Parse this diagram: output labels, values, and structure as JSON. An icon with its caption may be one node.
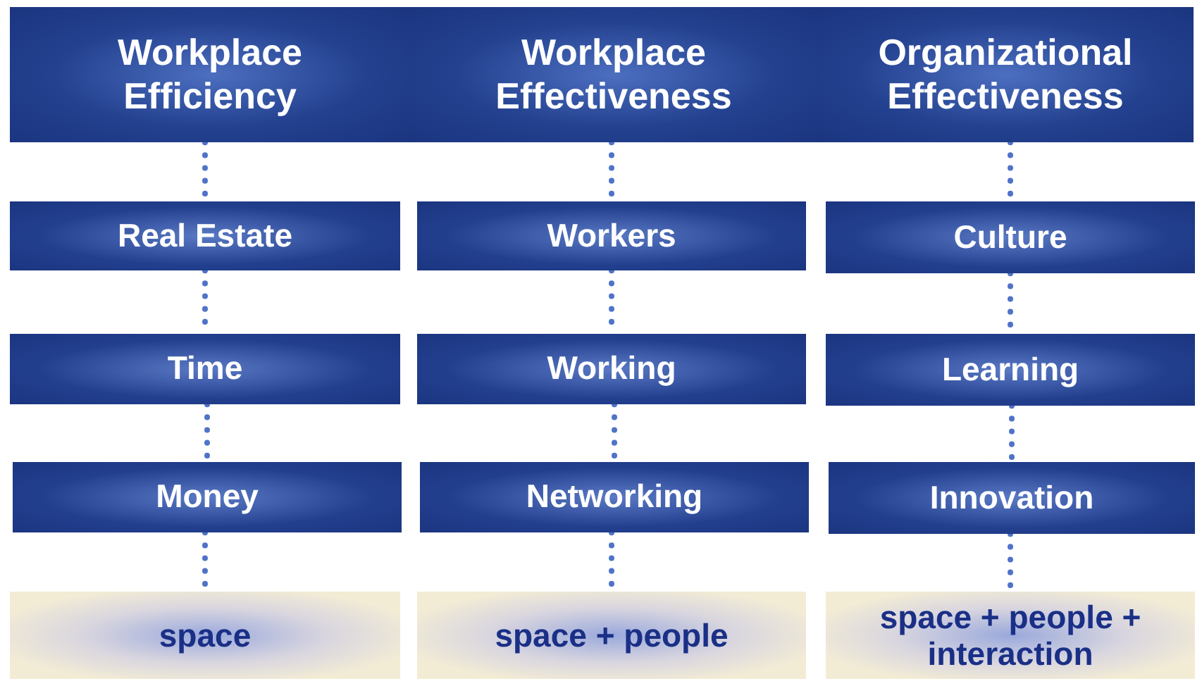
{
  "diagram": {
    "nodes": [
      {
        "text": [
          "Workplace Efficiency"
        ]
      },
      {
        "text": [
          "Workplace Effectiveness"
        ]
      },
      {
        "text": [
          "Organizational Effectiveness"
        ]
      },
      {
        "text": [
          "Real Estate"
        ]
      },
      {
        "text": [
          "Workers"
        ]
      },
      {
        "text": [
          "Culture"
        ]
      },
      {
        "text": [
          "Time"
        ]
      },
      {
        "text": [
          "Working"
        ]
      },
      {
        "text": [
          "Learning"
        ]
      },
      {
        "text": [
          "Money"
        ]
      },
      {
        "text": [
          "Networking"
        ]
      },
      {
        "text": [
          "Innovation"
        ]
      },
      {
        "text": [
          "space"
        ]
      },
      {
        "text": [
          "space + people"
        ]
      },
      {
        "text": [
          "space + people + interaction"
        ]
      }
    ],
    "edges": [
      {
        "from": 0,
        "to": 3,
        "arrow": "none",
        "style": "dashed"
      },
      {
        "from": 3,
        "to": 6,
        "arrow": "none",
        "style": "dashed"
      },
      {
        "from": 6,
        "to": 9,
        "arrow": "none",
        "style": "dashed"
      },
      {
        "from": 9,
        "to": 12,
        "arrow": "none",
        "style": "dashed"
      },
      {
        "from": 1,
        "to": 4,
        "arrow": "none",
        "style": "dashed"
      },
      {
        "from": 4,
        "to": 7,
        "arrow": "none",
        "style": "dashed"
      },
      {
        "from": 7,
        "to": 10,
        "arrow": "none",
        "style": "dashed"
      },
      {
        "from": 10,
        "to": 13,
        "arrow": "none",
        "style": "dashed"
      },
      {
        "from": 2,
        "to": 5,
        "arrow": "none",
        "style": "dashed"
      },
      {
        "from": 5,
        "to": 8,
        "arrow": "none",
        "style": "dashed"
      },
      {
        "from": 8,
        "to": 11,
        "arrow": "none",
        "style": "dashed"
      },
      {
        "from": 11,
        "to": 14,
        "arrow": "none",
        "style": "dashed"
      }
    ]
  }
}
